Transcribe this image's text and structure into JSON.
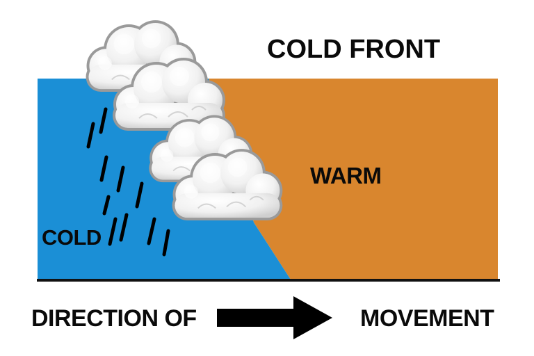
{
  "title": "COLD FRONT",
  "regions": {
    "warm": {
      "label": "WARM",
      "color": "#d9862e"
    },
    "cold": {
      "label": "COLD",
      "color": "#1b8fd6"
    }
  },
  "direction": {
    "left_label": "DIRECTION OF",
    "right_label": "MOVEMENT"
  },
  "colors": {
    "ground": "#111111",
    "arrow": "#000000",
    "rain": "#000000",
    "cloud_fill": "#f2f2f2",
    "cloud_outline": "#9a9a9a"
  }
}
